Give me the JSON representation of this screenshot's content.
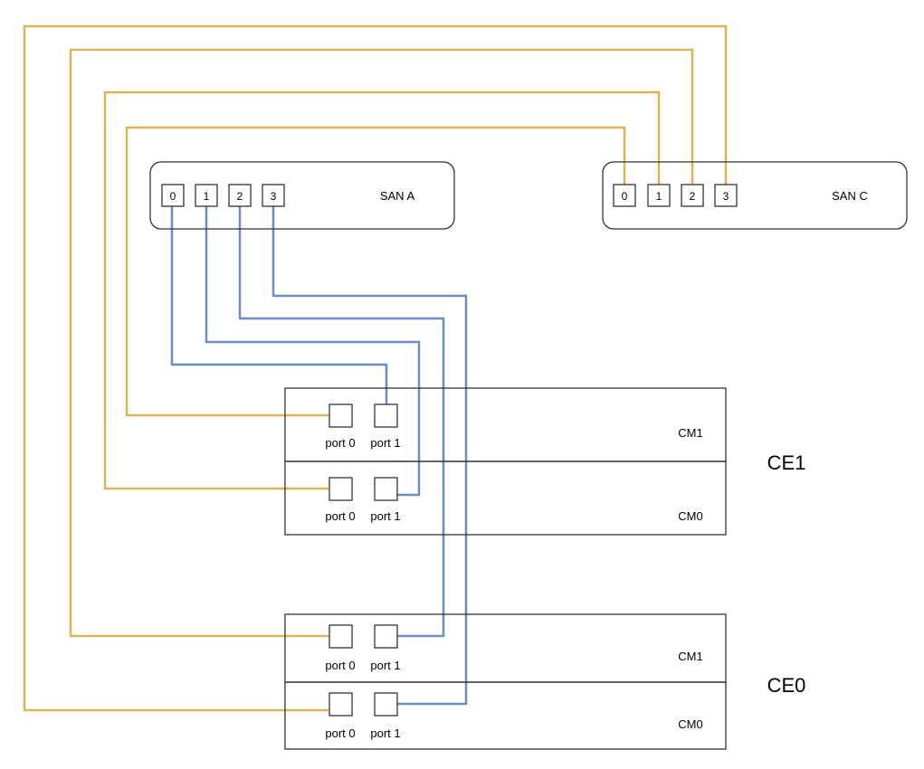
{
  "colors": {
    "gold_link": "#d6b656",
    "blue_link": "#6c8ebf",
    "box_stroke": "#333333"
  },
  "san_a": {
    "label": "SAN A",
    "ports": [
      "0",
      "1",
      "2",
      "3"
    ]
  },
  "san_c": {
    "label": "SAN C",
    "ports": [
      "0",
      "1",
      "2",
      "3"
    ]
  },
  "ce1": {
    "label": "CE1",
    "cm1": {
      "label": "CM1",
      "port0": "port 0",
      "port1": "port 1"
    },
    "cm0": {
      "label": "CM0",
      "port0": "port 0",
      "port1": "port 1"
    }
  },
  "ce0": {
    "label": "CE0",
    "cm1": {
      "label": "CM1",
      "port0": "port 0",
      "port1": "port 1"
    },
    "cm0": {
      "label": "CM0",
      "port0": "port 0",
      "port1": "port 1"
    }
  },
  "connections": [
    {
      "from": "SAN C port 0",
      "to": "CE1 CM1 port 0",
      "color": "gold"
    },
    {
      "from": "SAN C port 1",
      "to": "CE1 CM0 port 0",
      "color": "gold"
    },
    {
      "from": "SAN C port 2",
      "to": "CE0 CM1 port 0",
      "color": "gold"
    },
    {
      "from": "SAN C port 3",
      "to": "CE0 CM0 port 0",
      "color": "gold"
    },
    {
      "from": "SAN A port 0",
      "to": "CE1 CM1 port 1",
      "color": "blue"
    },
    {
      "from": "SAN A port 1",
      "to": "CE1 CM0 port 1",
      "color": "blue"
    },
    {
      "from": "SAN A port 2",
      "to": "CE0 CM1 port 1",
      "color": "blue"
    },
    {
      "from": "SAN A port 3",
      "to": "CE0 CM0 port 1",
      "color": "blue"
    }
  ]
}
